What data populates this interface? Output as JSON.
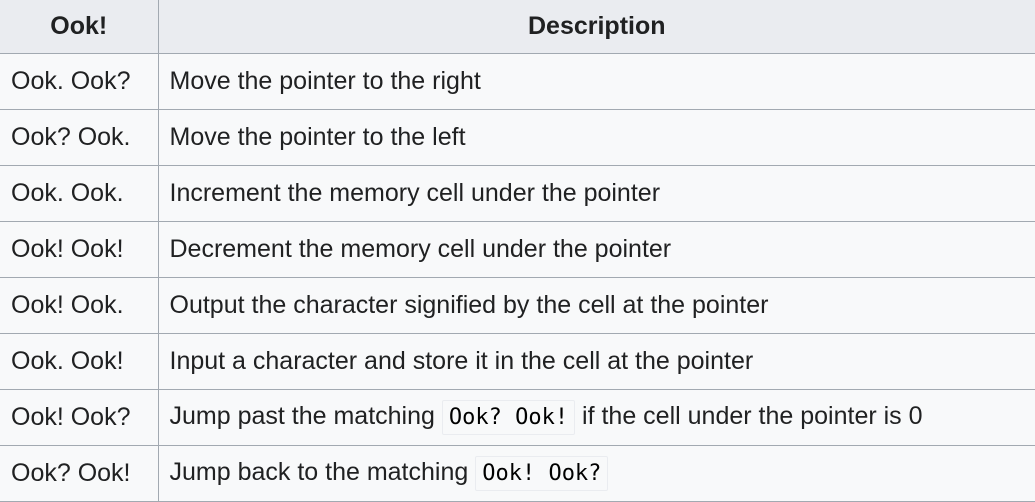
{
  "table": {
    "headers": [
      "Ook!",
      "Description"
    ],
    "rows": [
      {
        "command": "Ook. Ook?",
        "description": "Move the pointer to the right"
      },
      {
        "command": "Ook? Ook.",
        "description": "Move the pointer to the left"
      },
      {
        "command": "Ook. Ook.",
        "description": "Increment the memory cell under the pointer"
      },
      {
        "command": "Ook! Ook!",
        "description": "Decrement the memory cell under the pointer"
      },
      {
        "command": "Ook! Ook.",
        "description": "Output the character signified by the cell at the pointer"
      },
      {
        "command": "Ook. Ook!",
        "description": "Input a character and store it in the cell at the pointer"
      },
      {
        "command": "Ook! Ook?",
        "description_pre": "Jump past the matching ",
        "description_code": "Ook? Ook!",
        "description_post": " if the cell under the pointer is 0"
      },
      {
        "command": "Ook? Ook!",
        "description_pre": "Jump back to the matching ",
        "description_code": "Ook! Ook?",
        "description_post": ""
      }
    ]
  }
}
